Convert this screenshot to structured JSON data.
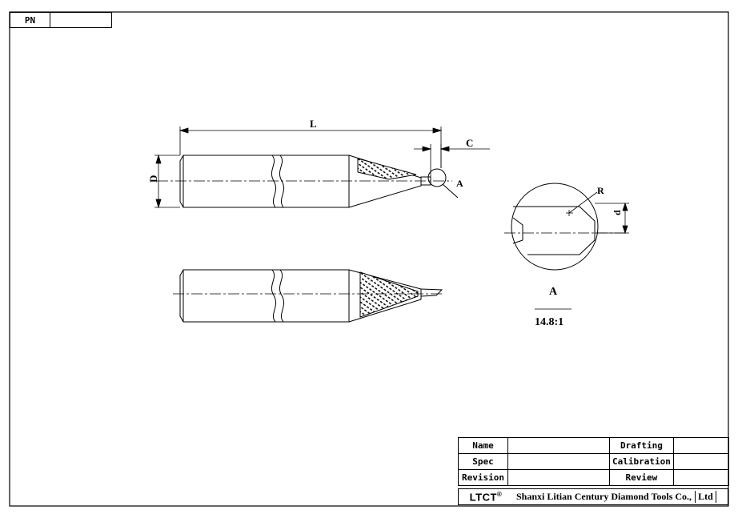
{
  "pn_block": {
    "label": "PN",
    "value": ""
  },
  "dimensions": {
    "length": "L",
    "diameter": "D",
    "tip": "C",
    "detail_ref": "A",
    "radius": "R",
    "small_diameter": "d"
  },
  "detail_view": {
    "title": "A",
    "scale": "14.8:1"
  },
  "title_block": {
    "rows": [
      {
        "label": "Name",
        "value": "",
        "label2": "Drafting",
        "value2": ""
      },
      {
        "label": "Spec",
        "value": "",
        "label2": "Calibration",
        "value2": ""
      },
      {
        "label": "Revision",
        "value": "",
        "label2": "Review",
        "value2": ""
      }
    ],
    "brand": "LTCT",
    "brand_mark": "®",
    "company": "Shanxi Litian Century Diamond Tools Co.,",
    "company_suffix": "Ltd"
  }
}
